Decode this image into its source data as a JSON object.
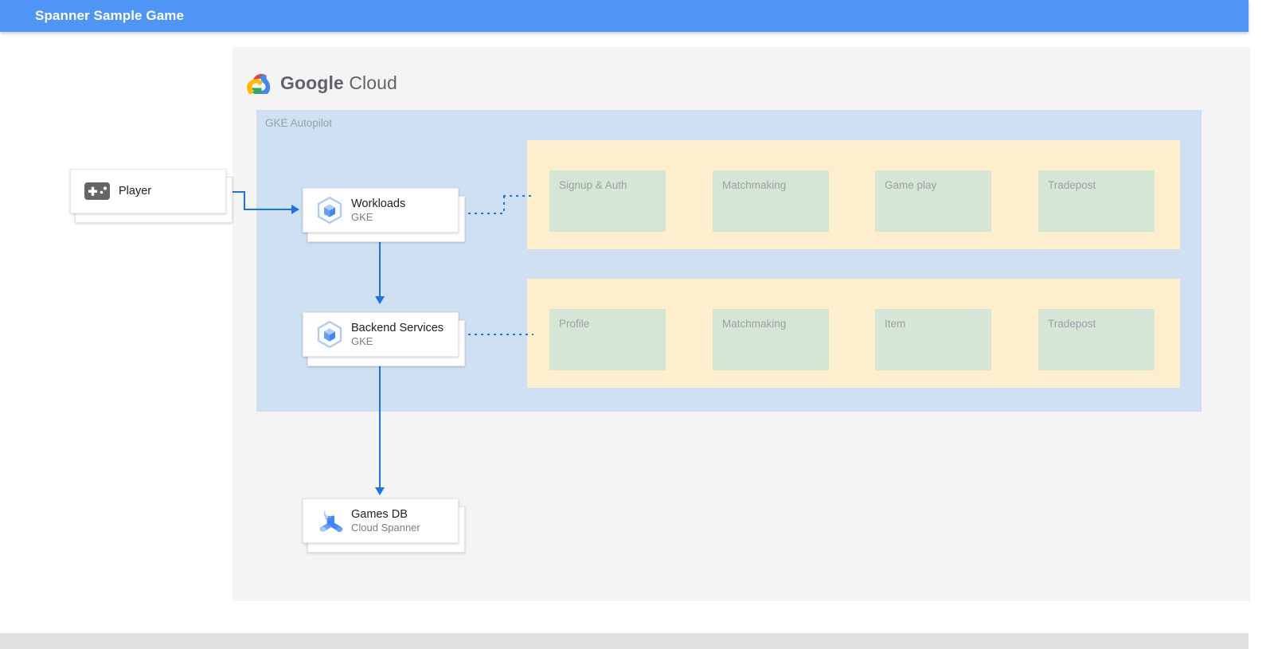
{
  "appbar": {
    "title": "Spanner Sample Game",
    "background": "#4e95f5",
    "text_color": "#ffffff"
  },
  "diagram": {
    "brand": {
      "logo_icon": "google-cloud-logo-icon",
      "wordmark_primary": "Google",
      "wordmark_secondary": "Cloud"
    },
    "zone": {
      "label": "GKE Autopilot",
      "background": "#cfe0f2"
    },
    "groups": [
      {
        "name": "workloads-services-group",
        "background": "#fdefcd",
        "services": [
          "Signup & Auth",
          "Matchmaking",
          "Game play",
          "Tradepost"
        ]
      },
      {
        "name": "backend-services-group",
        "background": "#fdefcd",
        "services": [
          "Profile",
          "Matchmaking",
          "Item",
          "Tradepost"
        ]
      }
    ],
    "service_box_color": "#d5e6d4",
    "nodes": [
      {
        "name": "player",
        "icon": "gamepad-icon",
        "title": "Player",
        "subtitle": ""
      },
      {
        "name": "workloads",
        "icon": "gke-hexagon-icon",
        "title": "Workloads",
        "subtitle": "GKE"
      },
      {
        "name": "backend-services",
        "icon": "gke-hexagon-icon",
        "title": "Backend Services",
        "subtitle": "GKE"
      },
      {
        "name": "games-db",
        "icon": "cloud-spanner-icon",
        "title": "Games DB",
        "subtitle": "Cloud Spanner"
      }
    ],
    "connector_color": "#1a73e8"
  }
}
